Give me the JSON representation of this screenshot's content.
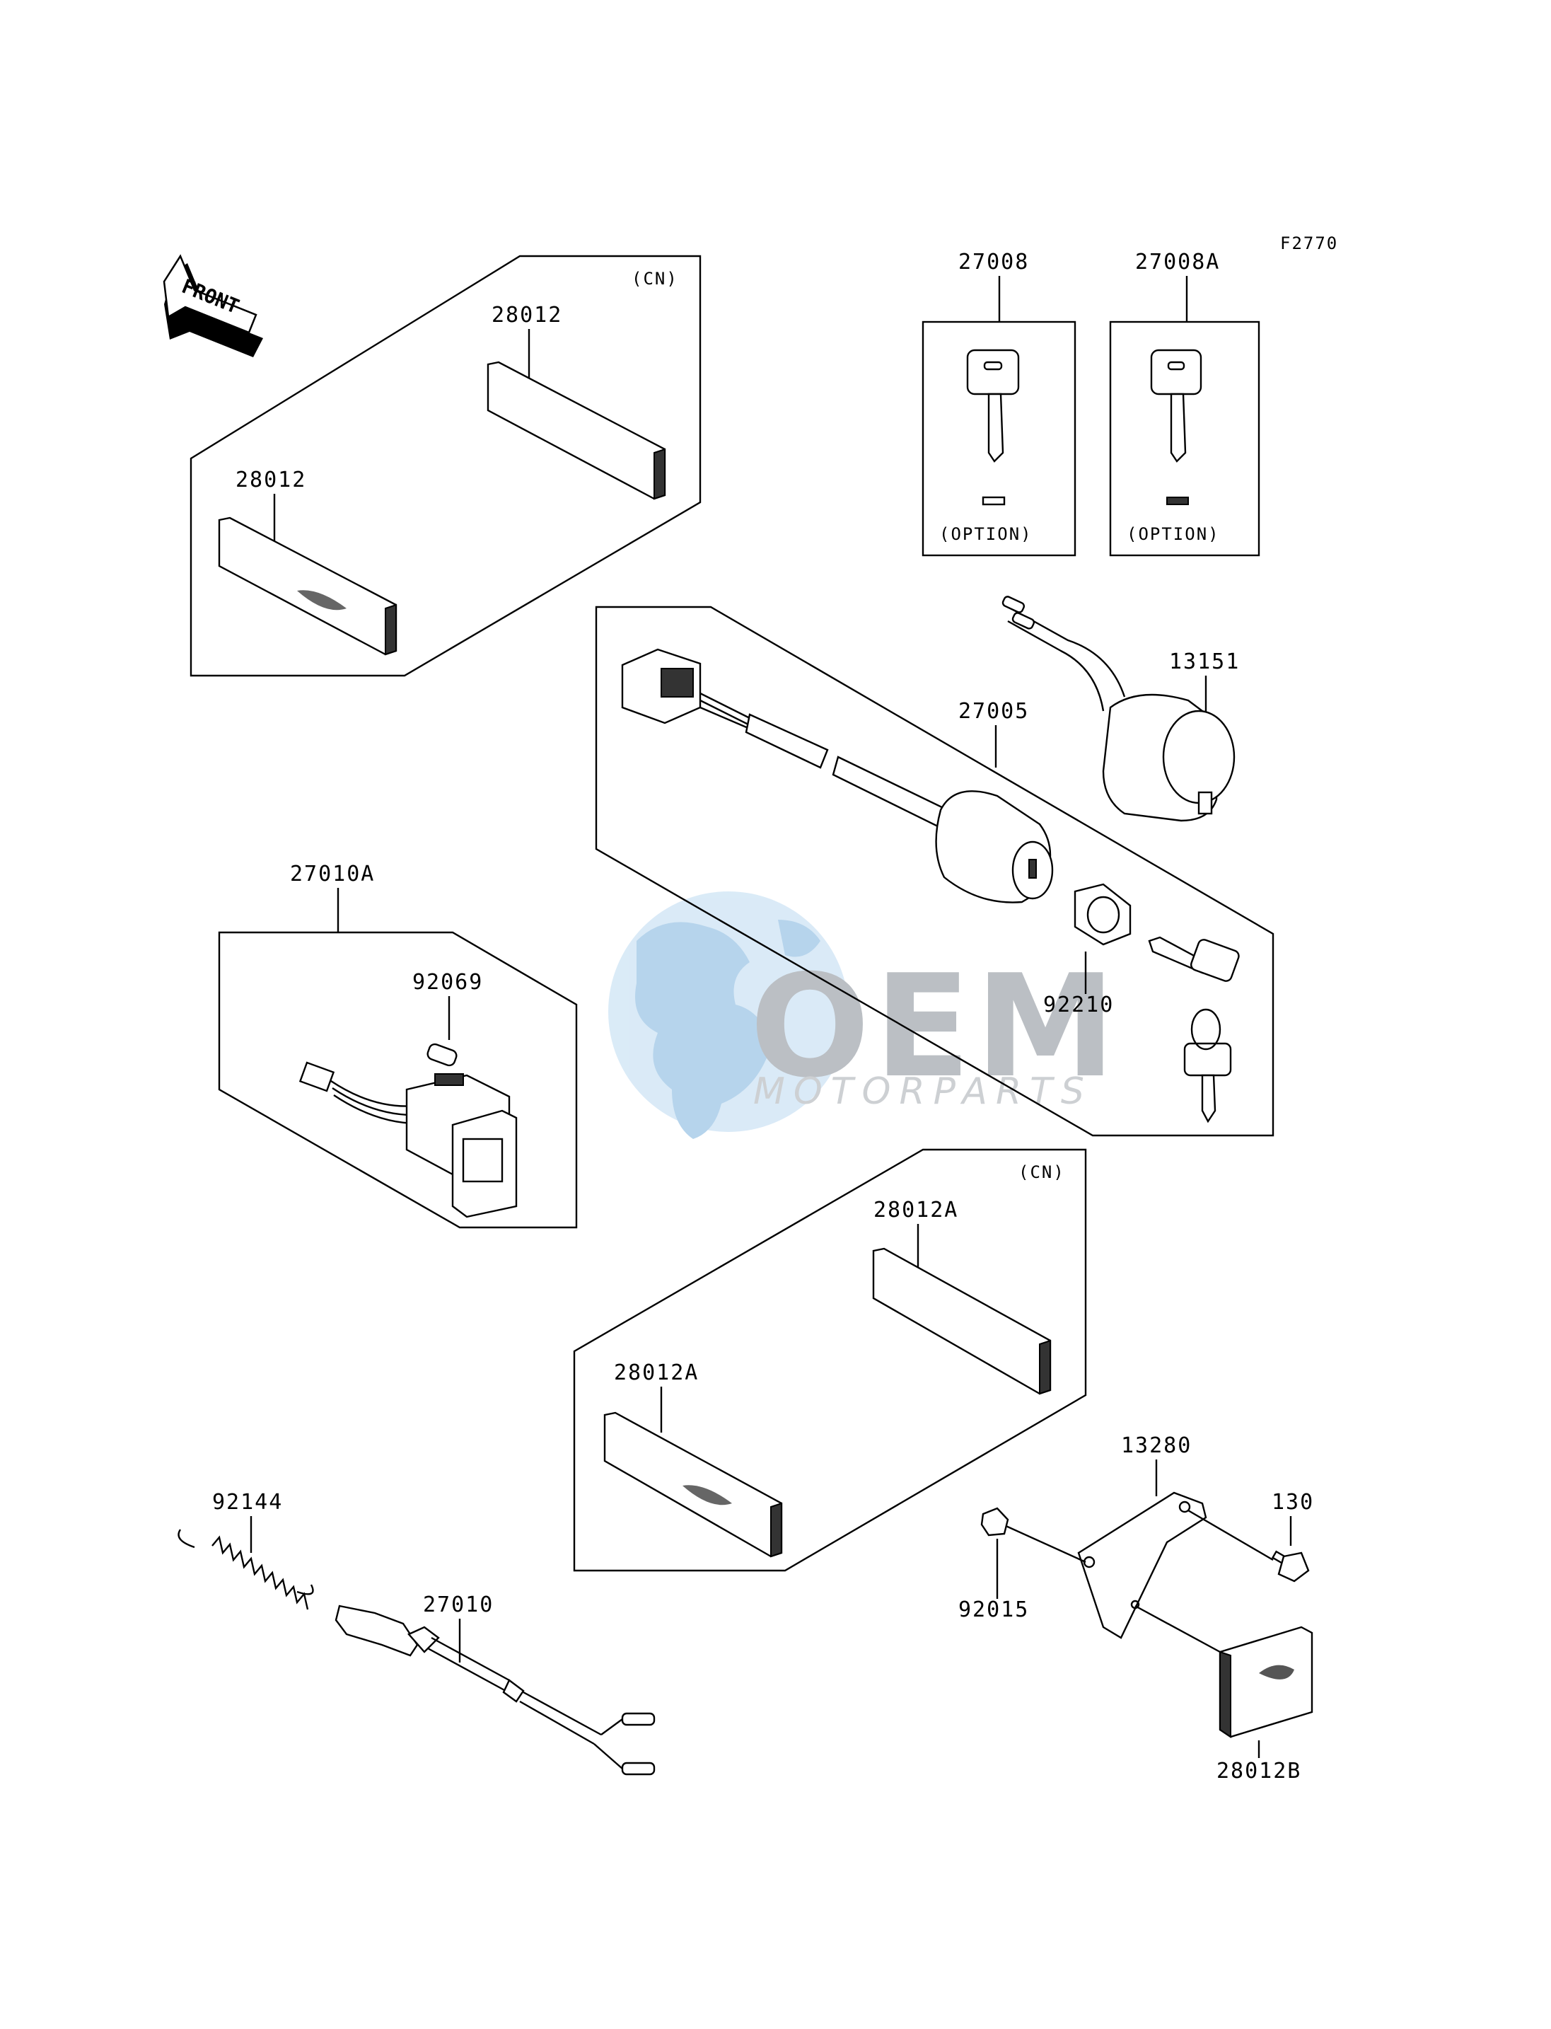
{
  "figure_code": "F2770",
  "front_marker": "FRONT",
  "watermark": {
    "brand": "OEM",
    "sub": "MOTORPARTS",
    "color_globe": "#bcd9ef",
    "color_text": "#b9bec4"
  },
  "parts": {
    "p28012_top": "28012",
    "p28012_bottom": "28012",
    "p28012_cn": "(CN)",
    "p27008": "27008",
    "p27008_option": "(OPTION)",
    "p27008A": "27008A",
    "p27008A_option": "(OPTION)",
    "p13151": "13151",
    "p27005": "27005",
    "p92210": "92210",
    "p27010A": "27010A",
    "p92069": "92069",
    "p28012A_top": "28012A",
    "p28012A_bottom": "28012A",
    "p28012A_cn": "(CN)",
    "p92144": "92144",
    "p27010": "27010",
    "p13280": "13280",
    "p130": "130",
    "p92015": "92015",
    "p28012B": "28012B"
  }
}
